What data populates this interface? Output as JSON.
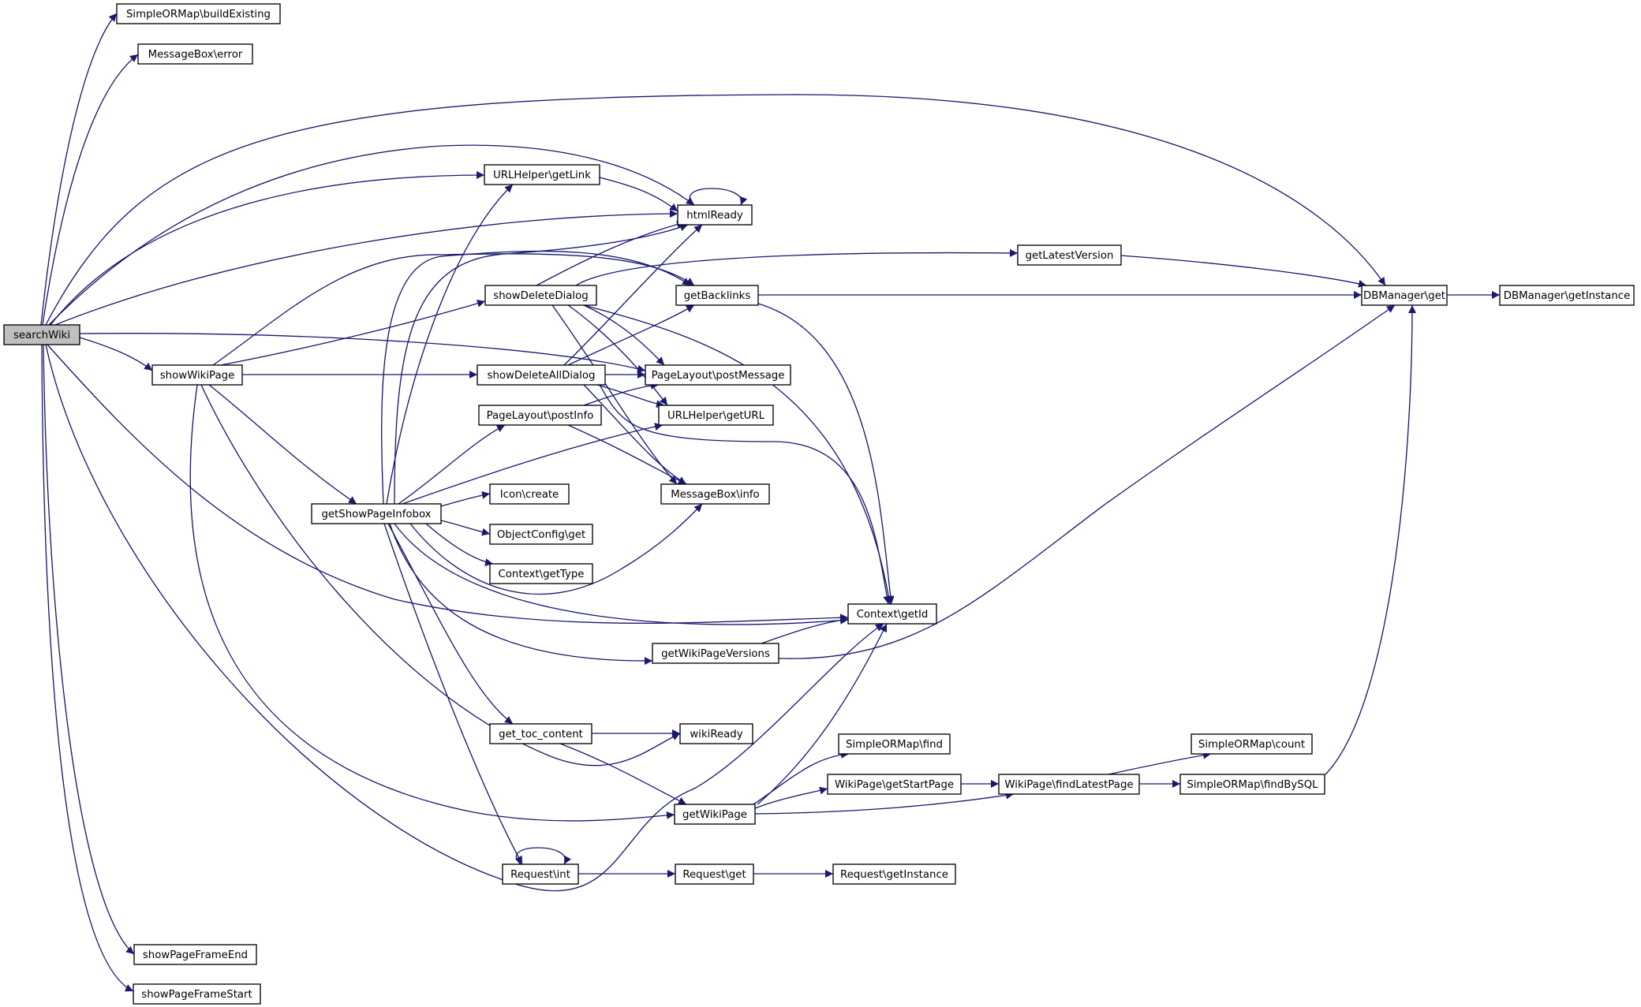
{
  "graph": {
    "edge_color": "#191970",
    "root_fill": "#bfbfbf",
    "nodes": [
      {
        "id": "searchWiki",
        "label": "searchWiki"
      },
      {
        "id": "buildExisting",
        "label": "SimpleORMap\\buildExisting"
      },
      {
        "id": "mbError",
        "label": "MessageBox\\error"
      },
      {
        "id": "getLink",
        "label": "URLHelper\\getLink"
      },
      {
        "id": "htmlReady",
        "label": "htmlReady"
      },
      {
        "id": "getLatestVersion",
        "label": "getLatestVersion"
      },
      {
        "id": "showDeleteDialog",
        "label": "showDeleteDialog"
      },
      {
        "id": "getBacklinks",
        "label": "getBacklinks"
      },
      {
        "id": "dbGet",
        "label": "DBManager\\get"
      },
      {
        "id": "dbGetInstance",
        "label": "DBManager\\getInstance"
      },
      {
        "id": "showWikiPage",
        "label": "showWikiPage"
      },
      {
        "id": "showDeleteAllDialog",
        "label": "showDeleteAllDialog"
      },
      {
        "id": "postMessage",
        "label": "PageLayout\\postMessage"
      },
      {
        "id": "postInfo",
        "label": "PageLayout\\postInfo"
      },
      {
        "id": "getURL",
        "label": "URLHelper\\getURL"
      },
      {
        "id": "iconCreate",
        "label": "Icon\\create"
      },
      {
        "id": "getShowPageInfobox",
        "label": "getShowPageInfobox"
      },
      {
        "id": "mbInfo",
        "label": "MessageBox\\info"
      },
      {
        "id": "objectConfigGet",
        "label": "ObjectConfig\\get"
      },
      {
        "id": "contextGetType",
        "label": "Context\\getType"
      },
      {
        "id": "contextGetId",
        "label": "Context\\getId"
      },
      {
        "id": "getWikiPageVersions",
        "label": "getWikiPageVersions"
      },
      {
        "id": "getTocContent",
        "label": "get_toc_content"
      },
      {
        "id": "wikiReady",
        "label": "wikiReady"
      },
      {
        "id": "sormFind",
        "label": "SimpleORMap\\find"
      },
      {
        "id": "sormCount",
        "label": "SimpleORMap\\count"
      },
      {
        "id": "getStartPage",
        "label": "WikiPage\\getStartPage"
      },
      {
        "id": "findLatestPage",
        "label": "WikiPage\\findLatestPage"
      },
      {
        "id": "findBySQL",
        "label": "SimpleORMap\\findBySQL"
      },
      {
        "id": "getWikiPage",
        "label": "getWikiPage"
      },
      {
        "id": "requestInt",
        "label": "Request\\int"
      },
      {
        "id": "requestGet",
        "label": "Request\\get"
      },
      {
        "id": "requestGetInstance",
        "label": "Request\\getInstance"
      },
      {
        "id": "showPageFrameEnd",
        "label": "showPageFrameEnd"
      },
      {
        "id": "showPageFrameStart",
        "label": "showPageFrameStart"
      }
    ]
  }
}
